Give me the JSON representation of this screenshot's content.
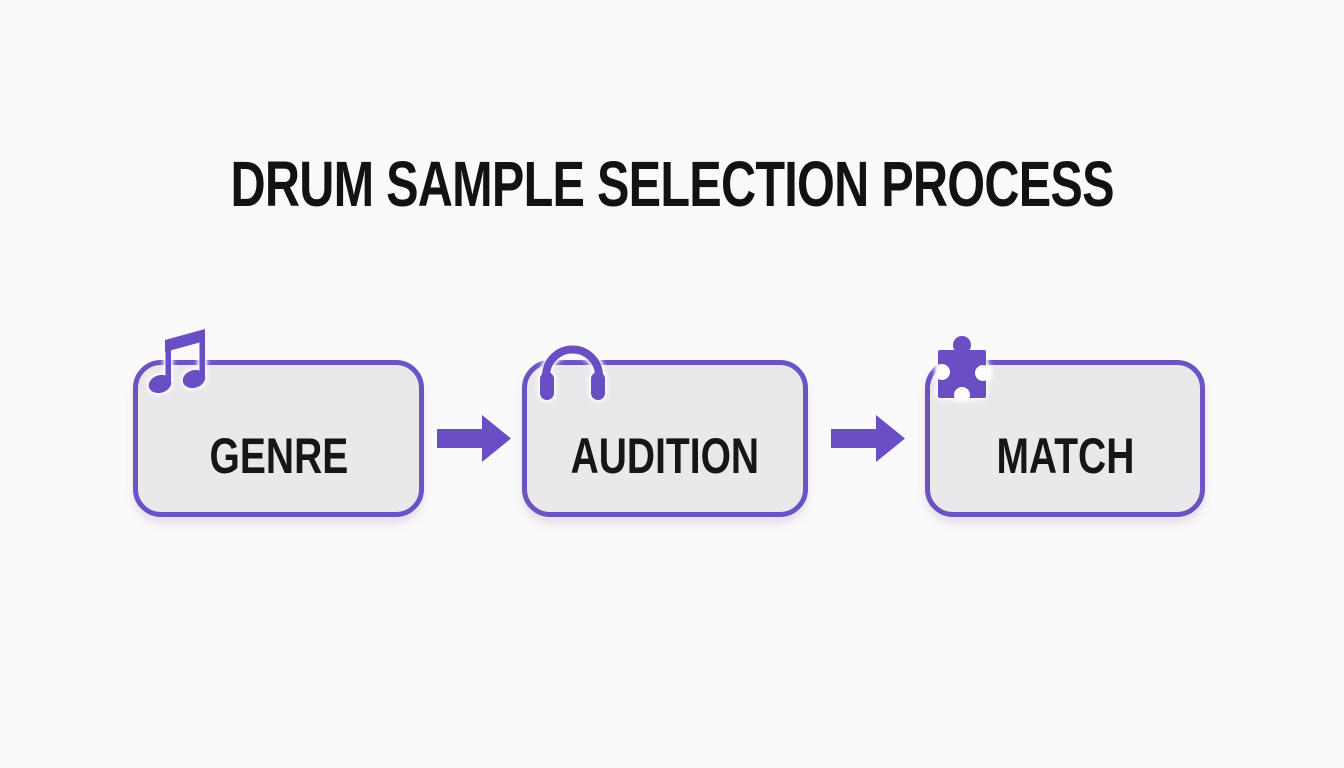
{
  "title": "DRUM SAMPLE SELECTION PROCESS",
  "flow": {
    "steps": [
      {
        "label": "GENRE",
        "icon": "music-note-icon"
      },
      {
        "label": "AUDITION",
        "icon": "headphones-icon"
      },
      {
        "label": "MATCH",
        "icon": "puzzle-piece-icon"
      }
    ],
    "connector": "arrow-right-icon",
    "direction": "left-to-right"
  },
  "colors": {
    "accent_purple": "#6c52c2",
    "arrow_purple": "#6a4ec4",
    "box_fill": "#e9e8ea",
    "text_black": "#141414",
    "background": "#fbfafb"
  }
}
